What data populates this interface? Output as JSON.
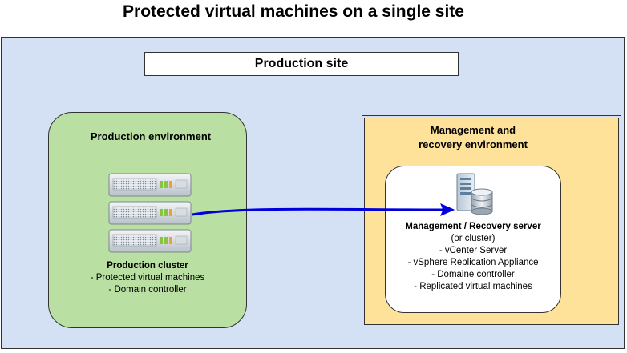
{
  "title": "Protected virtual machines on a single site",
  "site": {
    "label": "Production site"
  },
  "production": {
    "title": "Production environment",
    "cluster_name": "Production cluster",
    "cluster_lines": [
      "- Protected virtual machines",
      "- Domain controller"
    ]
  },
  "management": {
    "title_line1": "Management and",
    "title_line2": "recovery environment",
    "server_name": "Management / Recovery server",
    "server_lines": [
      "(or cluster)",
      "- vCenter Server",
      "- vSphere Replication Appliance",
      "- Domaine controller",
      "- Replicated virtual machines"
    ]
  },
  "colors": {
    "site_bg": "#d4e1f5",
    "production_bg": "#b9dfa2",
    "management_bg": "#ffe299",
    "arrow": "#0000dd"
  },
  "icons": {
    "servers": "server-rack-icon",
    "database": "database-server-icon",
    "arrow": "replication-arrow"
  }
}
